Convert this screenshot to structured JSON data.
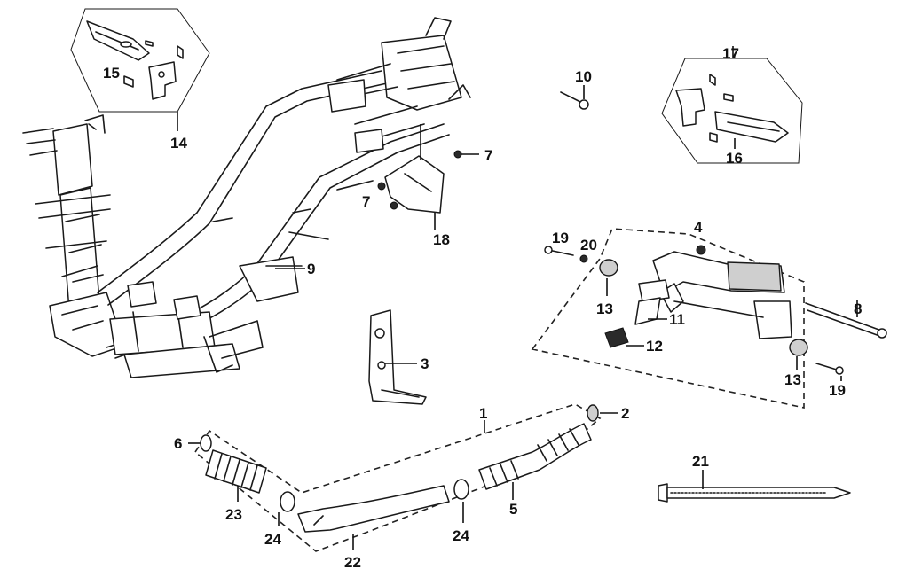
{
  "callouts": {
    "frame_body": "9",
    "cable_bracket_group": "14",
    "strap_15": "15",
    "bolt_10": "10",
    "kit_17": "17",
    "strap_16": "16",
    "bolt_7a": "7",
    "bolt_7b": "7",
    "guard_18": "18",
    "bolt_19a": "19",
    "washer_20": "20",
    "nut_4": "4",
    "shaft_8": "8",
    "bushing_13a": "13",
    "stand_11": "11",
    "pad_12": "12",
    "bushing_13b": "13",
    "bolt_19b": "19",
    "hook_3": "3",
    "tube_assembly_1": "1",
    "clamp_2": "2",
    "clamp_6": "6",
    "hose_23": "23",
    "clip_24a": "24",
    "pipe_22": "22",
    "clip_24b": "24",
    "hose_5": "5",
    "cable_tie_21": "21"
  }
}
